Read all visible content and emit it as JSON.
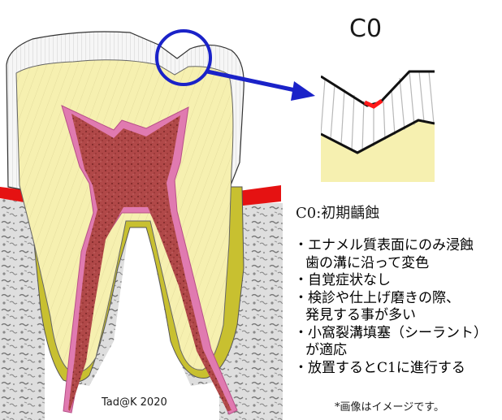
{
  "title": "C0",
  "heading": "C0:初期齲蝕",
  "notes": [
    {
      "text": "・エナメル質表面にのみ浸蝕",
      "indent": false
    },
    {
      "text": "歯の溝に沿って変色",
      "indent": true
    },
    {
      "text": "・自覚症状なし",
      "indent": false
    },
    {
      "text": "・検診や仕上げ磨きの際、",
      "indent": false
    },
    {
      "text": "発見する事が多い",
      "indent": true
    },
    {
      "text": "・小窩裂溝填塞（シーラント）",
      "indent": false
    },
    {
      "text": "が適応",
      "indent": true
    },
    {
      "text": "・放置するとC1に進行する",
      "indent": false
    }
  ],
  "credit": "Tad@K 2020",
  "disclaimer": "*画像はイメージです。",
  "colors": {
    "enamel": "#f4f4f4",
    "dentin": "#f6f0b0",
    "pulp": "#b04848",
    "pulp_border": "#e07ab0",
    "root_surface": "#c8c030",
    "gum": "#e51212",
    "bone": "#d9d9d9",
    "highlight_circle": "#1a22c8",
    "arrow": "#1a22c8",
    "caries_mark": "#ff1a1a"
  }
}
